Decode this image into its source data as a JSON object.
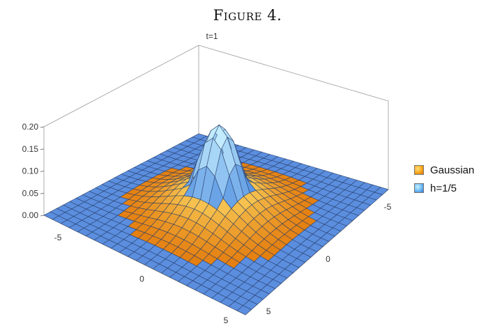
{
  "figure": {
    "title": "Figure 4."
  },
  "chart_data": {
    "type": "surface3d",
    "plot_label": "t=1",
    "x_ticks": [
      -5,
      0,
      5
    ],
    "y_ticks": [
      -5,
      0,
      5
    ],
    "z_ticks": [
      "0.00",
      "0.05",
      "0.10",
      "0.15",
      "0.20"
    ],
    "xlim": [
      -6,
      6
    ],
    "ylim": [
      -6,
      6
    ],
    "zlim": [
      0,
      0.2
    ],
    "grid": false,
    "legend_position": "right",
    "series": [
      {
        "name": "Gaussian",
        "function": "exp(-(x^2+y^2)/4)/(4*pi)",
        "peak": 0.08,
        "color": "#f6a61c",
        "gradient": [
          "#ffe07a",
          "#f6a61c",
          "#e07000"
        ]
      },
      {
        "name": "h=1/5",
        "support_radius": 2.2,
        "peak": 0.2,
        "color": "#5aa8ec",
        "gradient": [
          "#c9f1ff",
          "#6cb9f2",
          "#2f74d8"
        ]
      }
    ]
  }
}
